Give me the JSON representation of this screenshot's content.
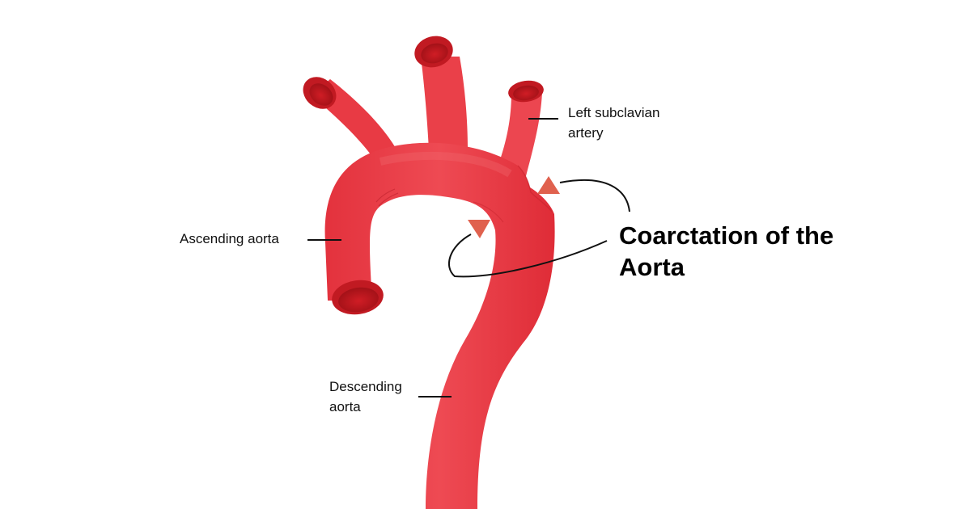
{
  "diagram": {
    "title_line1": "Coarctation of the",
    "title_line2": "Aorta",
    "labels": {
      "left_subclavian_line1": "Left subclavian",
      "left_subclavian_line2": "artery",
      "ascending": "Ascending aorta",
      "descending_line1": "Descending",
      "descending_line2": "aorta"
    }
  },
  "colors": {
    "vessel": "#e8353f",
    "vessel_light": "#ef5058",
    "vessel_shadow": "#d62732",
    "lumen": "#b7141b",
    "lumen_dark": "#9c0f15",
    "marker": "#e0614e",
    "line": "#111111"
  }
}
